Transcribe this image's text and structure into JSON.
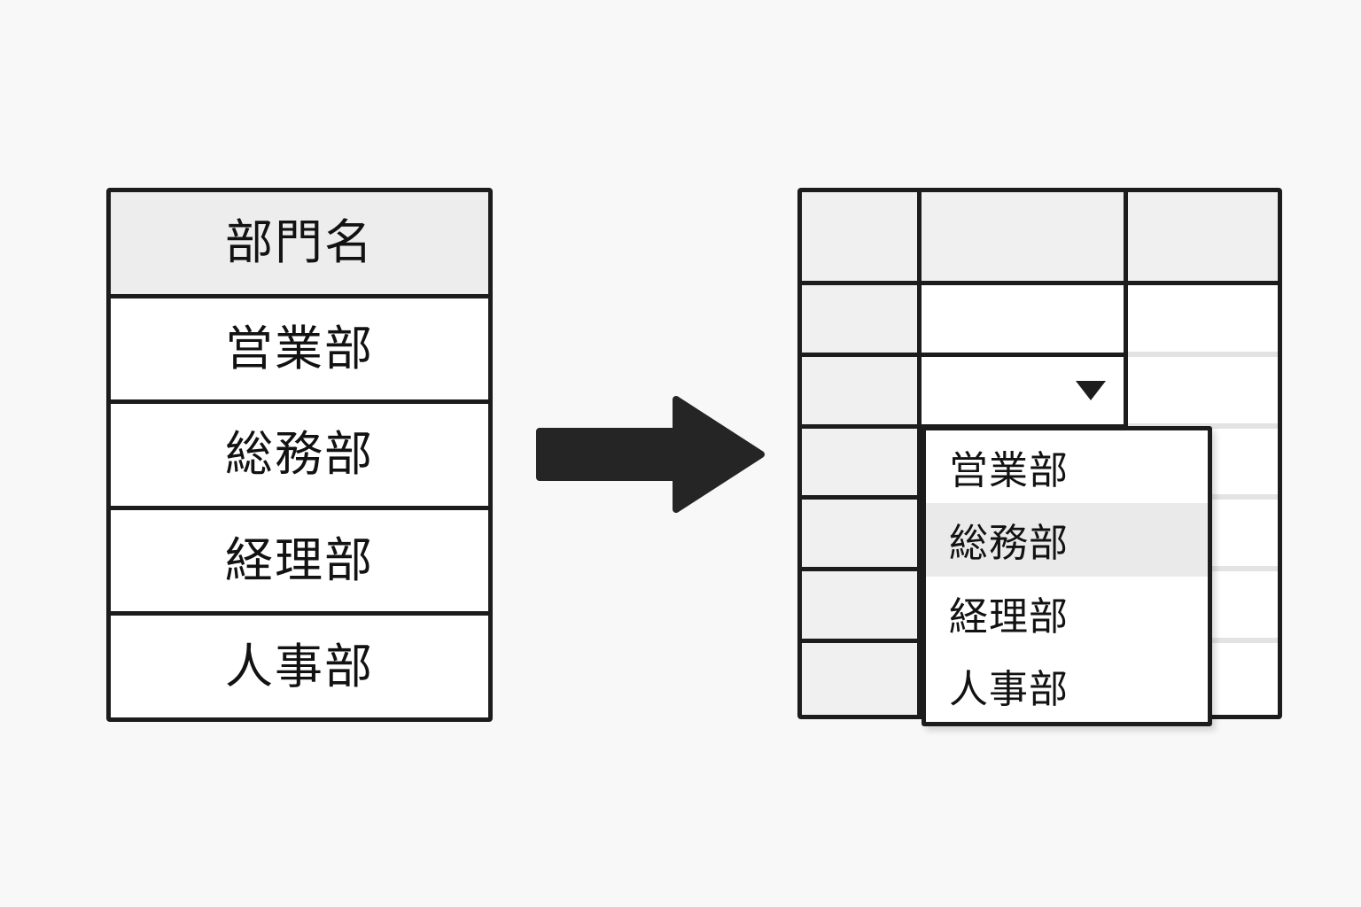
{
  "background_color": "#f8f8f8",
  "ink_color": "#1c1c1c",
  "header_fill": "#ededed",
  "highlight_fill": "#eaeaea",
  "source_table": {
    "header": "部門名",
    "rows": [
      "営業部",
      "総務部",
      "経理部",
      "人事部"
    ]
  },
  "arrow": {
    "name": "right-arrow",
    "color": "#252525"
  },
  "result_table": {
    "columns": 3,
    "header_row": {
      "col1": "",
      "col2": "",
      "col3": ""
    },
    "body_rows": [
      {
        "col1": "",
        "col2": "",
        "col3": ""
      },
      {
        "col1": "",
        "col2": "",
        "col3": ""
      },
      {
        "col1": "",
        "col2": "",
        "col3": ""
      },
      {
        "col1": "",
        "col2": "",
        "col3": ""
      },
      {
        "col1": "",
        "col2": "",
        "col3": ""
      },
      {
        "col1": "",
        "col2": "",
        "col3": ""
      }
    ],
    "select_cell": {
      "value": "",
      "caret": "chevron-down-icon"
    }
  },
  "dropdown": {
    "options": [
      {
        "label": "営業部",
        "selected": false
      },
      {
        "label": "総務部",
        "selected": true
      },
      {
        "label": "経理部",
        "selected": false
      },
      {
        "label": "人事部",
        "selected": false
      }
    ]
  }
}
